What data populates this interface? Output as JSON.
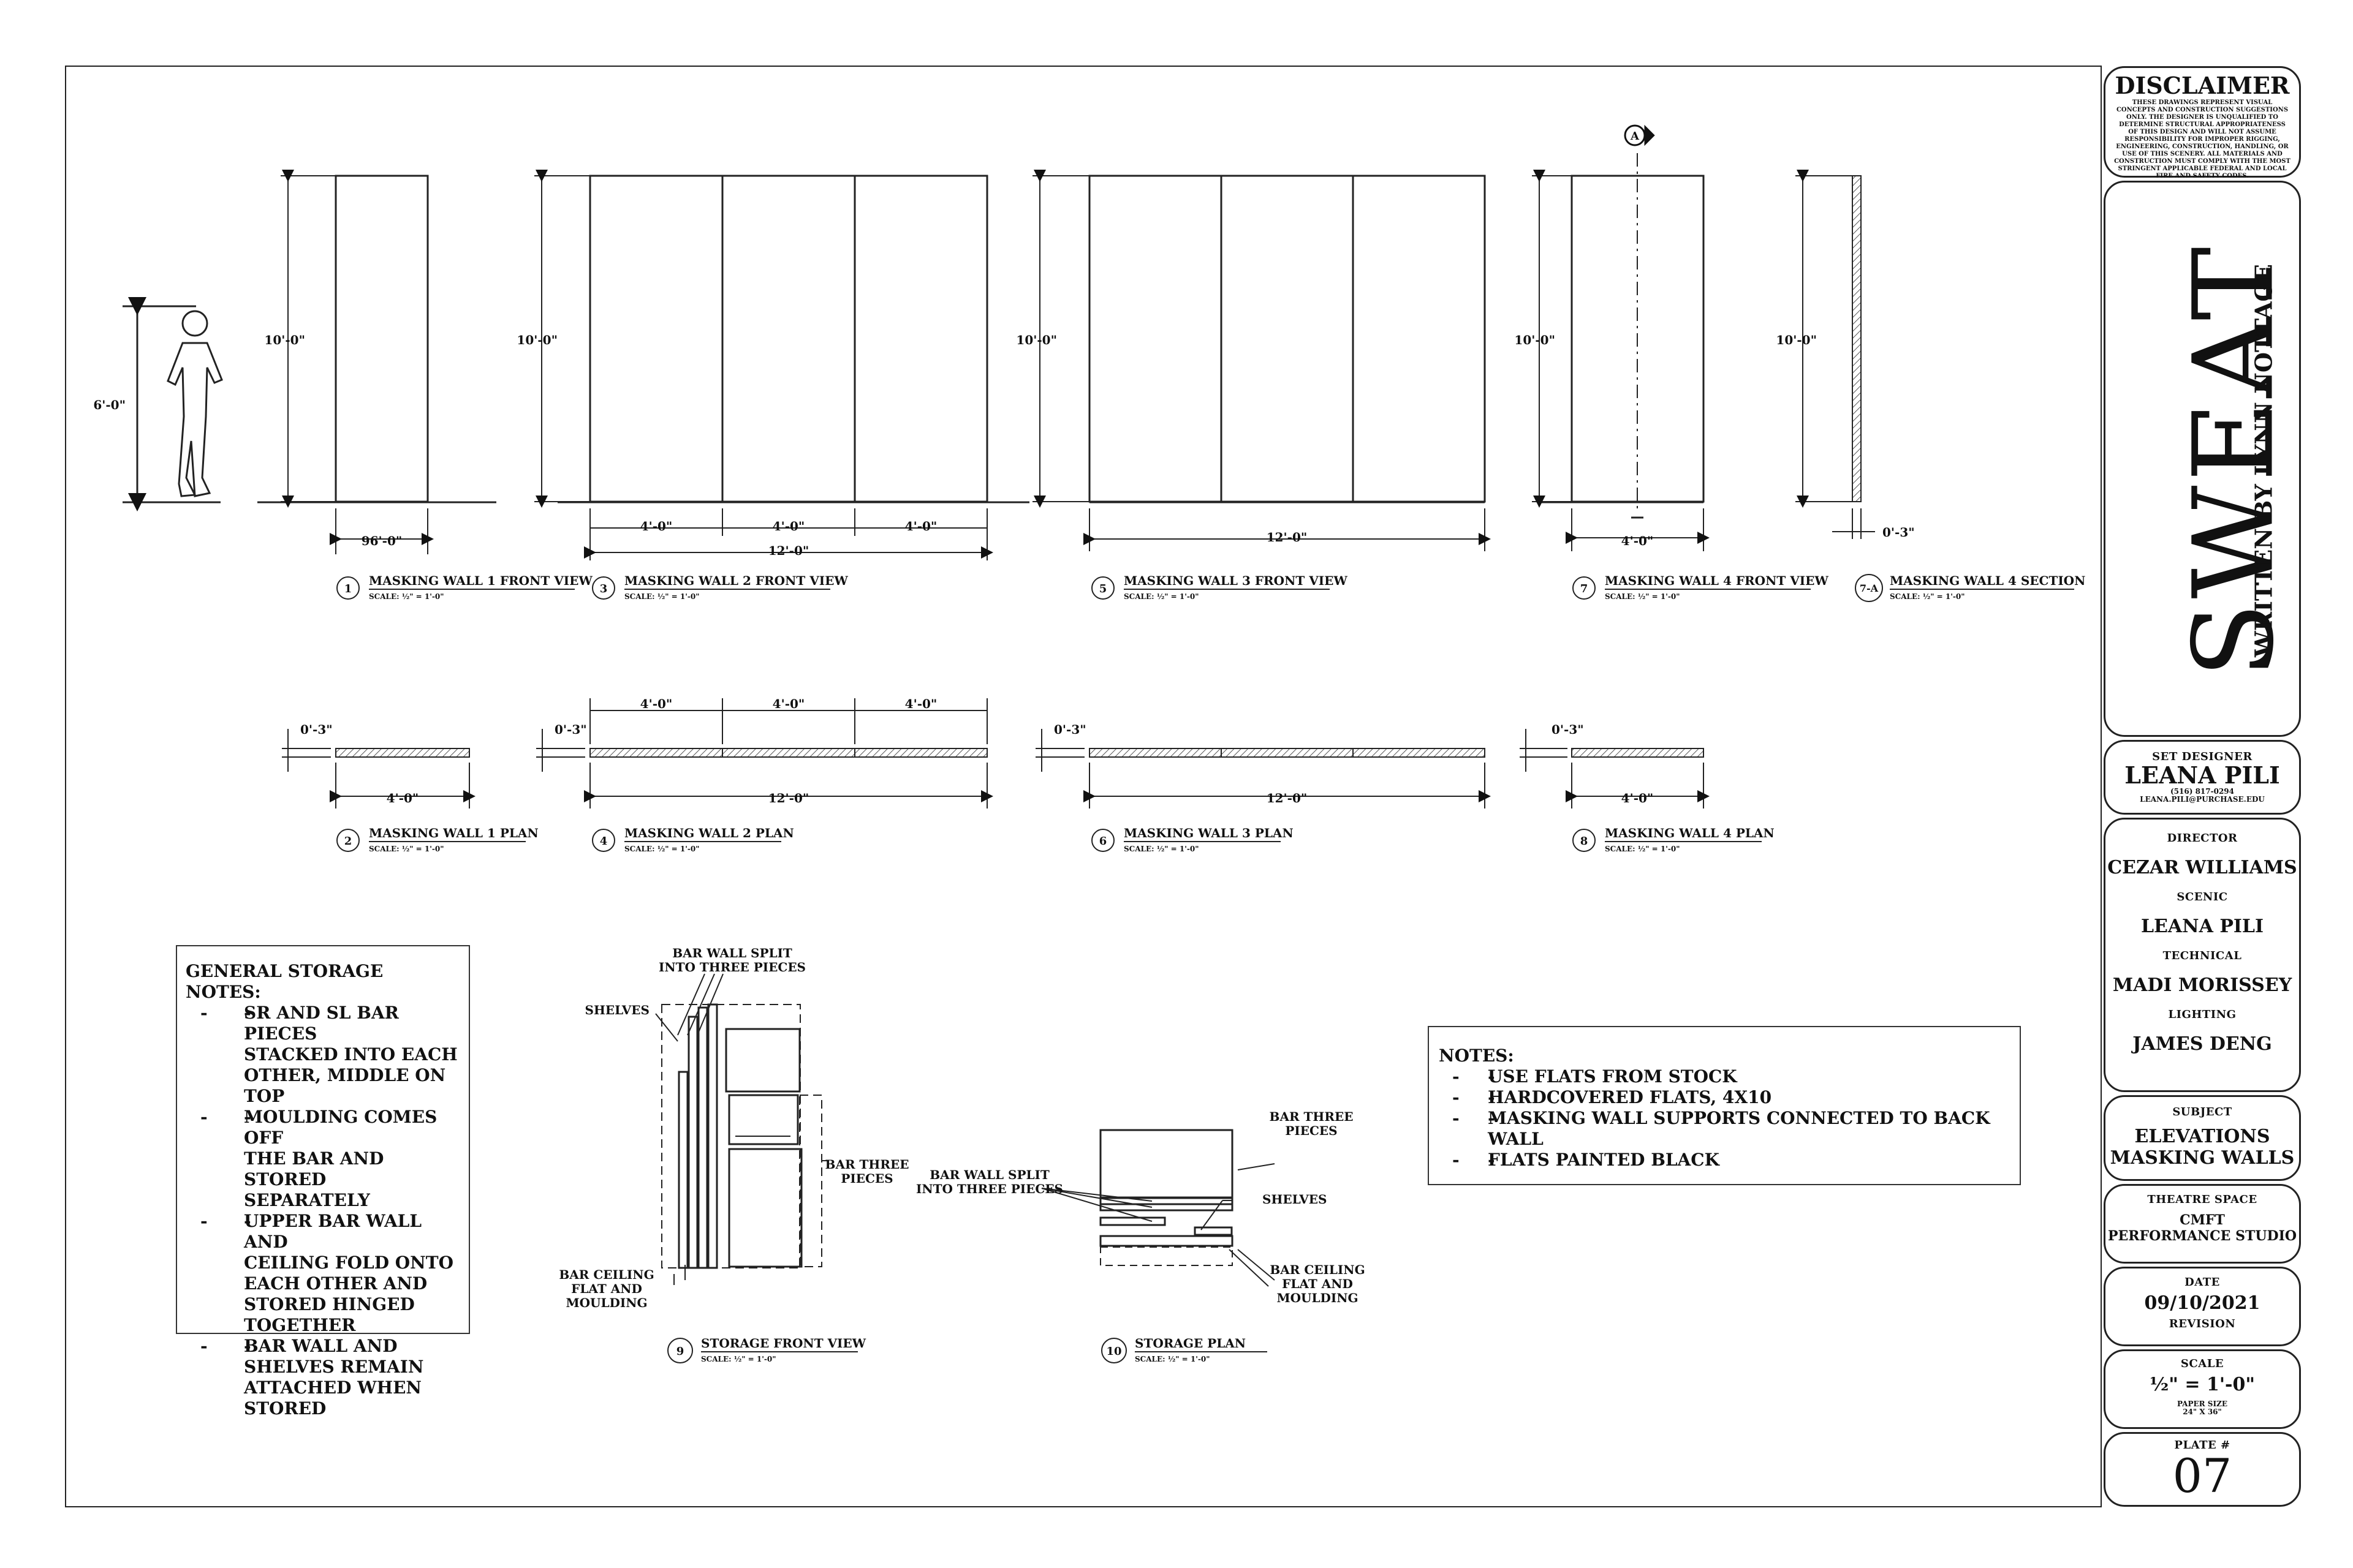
{
  "colors": {
    "line": "#1a1a1a",
    "hatch": "#555555"
  },
  "views": {
    "v1": {
      "num": "1",
      "title": "MASKING WALL 1 FRONT VIEW",
      "scale": "SCALE: ½\" = 1'-0\""
    },
    "v2": {
      "num": "2",
      "title": "MASKING WALL 1 PLAN",
      "scale": "SCALE: ½\" = 1'-0\""
    },
    "v3": {
      "num": "3",
      "title": "MASKING WALL 2 FRONT VIEW",
      "scale": "SCALE: ½\" = 1'-0\""
    },
    "v4": {
      "num": "4",
      "title": "MASKING WALL 2 PLAN",
      "scale": "SCALE: ½\" = 1'-0\""
    },
    "v5": {
      "num": "5",
      "title": "MASKING WALL 3 FRONT VIEW",
      "scale": "SCALE: ½\" = 1'-0\""
    },
    "v6": {
      "num": "6",
      "title": "MASKING WALL 3 PLAN",
      "scale": "SCALE: ½\" = 1'-0\""
    },
    "v7": {
      "num": "7",
      "title": "MASKING WALL 4 FRONT VIEW",
      "scale": "SCALE: ½\" = 1'-0\""
    },
    "v7a": {
      "num": "7-A",
      "title": "MASKING WALL 4 SECTION",
      "scale": "SCALE: ½\" = 1'-0\""
    },
    "v8": {
      "num": "8",
      "title": "MASKING WALL 4 PLAN",
      "scale": "SCALE: ½\" = 1'-0\""
    },
    "v9": {
      "num": "9",
      "title": "STORAGE FRONT VIEW",
      "scale": "SCALE: ½\" = 1'-0\""
    },
    "v10": {
      "num": "10",
      "title": "STORAGE PLAN",
      "scale": "SCALE: ½\" = 1'-0\""
    }
  },
  "dims": {
    "h10": "10'-0\"",
    "h6": "6'-0\"",
    "w96": "96'-0\"",
    "w4": "4'-0\"",
    "w12": "12'-0\"",
    "t3": "0'-3\""
  },
  "section_marker": "A",
  "storage": {
    "bar_wall_split": "BAR WALL SPLIT",
    "into_three": "INTO THREE PIECES",
    "shelves": "SHELVES",
    "bar_three": "BAR THREE",
    "pieces": "PIECES",
    "bar_ceiling": "BAR CEILING",
    "flat_and": "FLAT AND",
    "moulding": "MOULDING"
  },
  "general_notes": {
    "heading": "GENERAL STORAGE NOTES:",
    "items": [
      [
        "SR AND SL BAR PIECES",
        "STACKED INTO EACH",
        "OTHER, MIDDLE ON",
        "TOP"
      ],
      [
        "MOULDING COMES OFF",
        "THE BAR AND STORED",
        "SEPARATELY"
      ],
      [
        "UPPER BAR WALL AND",
        "CEILING FOLD ONTO",
        "EACH OTHER AND",
        "STORED HINGED",
        "TOGETHER"
      ],
      [
        "BAR WALL AND",
        "SHELVES REMAIN",
        "ATTACHED WHEN",
        "STORED"
      ]
    ]
  },
  "notes": {
    "heading": "NOTES:",
    "items": [
      [
        "USE FLATS FROM STOCK"
      ],
      [
        "HARDCOVERED FLATS, 4X10"
      ],
      [
        "MASKING WALL SUPPORTS CONNECTED TO BACK",
        "WALL"
      ],
      [
        "FLATS PAINTED BLACK"
      ]
    ]
  },
  "title_block": {
    "disclaimer_title": "DISCLAIMER",
    "disclaimer_text": "THESE DRAWINGS REPRESENT VISUAL CONCEPTS AND CONSTRUCTION SUGGESTIONS ONLY. THE DESIGNER IS UNQUALIFIED TO DETERMINE STRUCTURAL APPROPRIATENESS OF THIS DESIGN AND WILL NOT ASSUME RESPONSIBILITY FOR IMPROPER RIGGING, ENGINEERING, CONSTRUCTION, HANDLING, OR USE OF THIS SCENERY. ALL MATERIALS AND CONSTRUCTION MUST COMPLY WITH THE MOST STRINGENT APPLICABLE FEDERAL AND LOCAL FIRE AND SAFETY CODES.",
    "show_title": "SWEAT",
    "written_by": "WRITTEN BY LYNN NOTTAGE",
    "set_designer_label": "SET DESIGNER",
    "set_designer": "LEANA PILI",
    "phone": "(516) 817-0294",
    "email": "LEANA.PILI@PURCHASE.EDU",
    "director_label": "DIRECTOR",
    "director": "CEZAR WILLIAMS",
    "scenic_label": "SCENIC",
    "scenic": "LEANA PILI",
    "technical_label": "TECHNICAL",
    "technical": "MADI MORISSEY",
    "lighting_label": "LIGHTING",
    "lighting": "JAMES DENG",
    "subject_label": "SUBJECT",
    "subject_1": "ELEVATIONS",
    "subject_2": "MASKING WALLS",
    "theatre_label": "THEATRE SPACE",
    "theatre_1": "CMFT",
    "theatre_2": "PERFORMANCE STUDIO",
    "date_label": "DATE",
    "date": "09/10/2021",
    "revision_label": "REVISION",
    "scale_label": "SCALE",
    "scale": "½\" = 1'-0\"",
    "paper_label": "PAPER SIZE",
    "paper": "24\" X 36\"",
    "plate_label": "PLATE #",
    "plate": "07"
  }
}
